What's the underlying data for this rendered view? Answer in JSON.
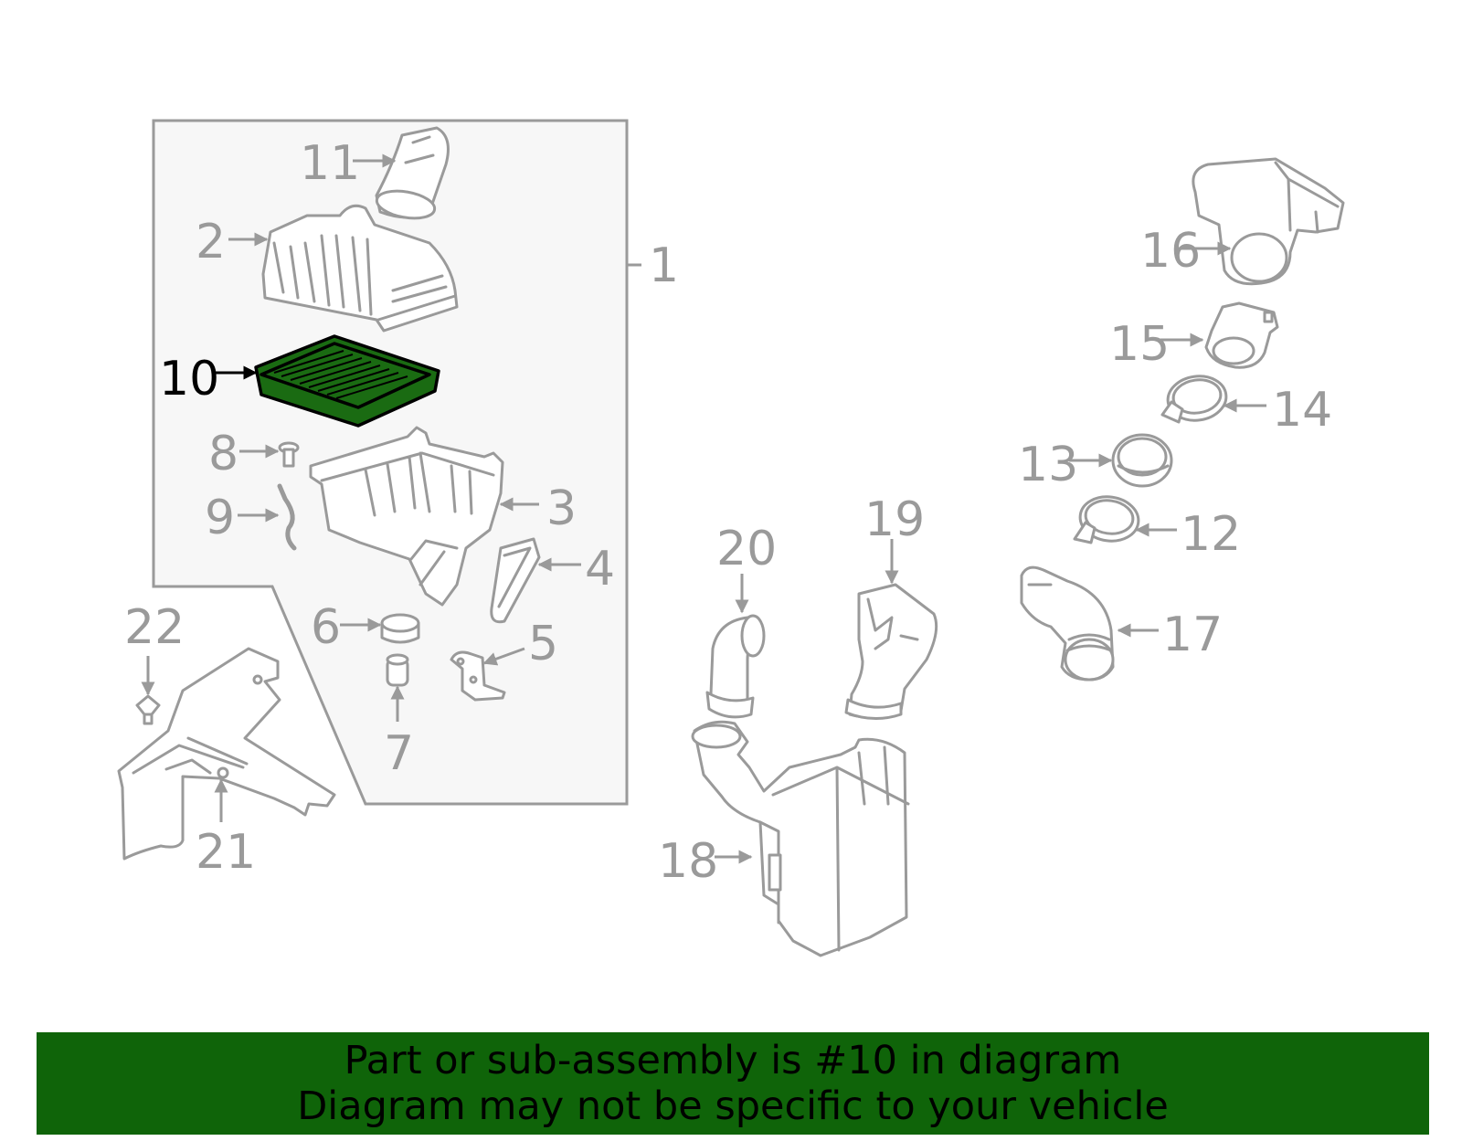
{
  "diagram": {
    "highlight_color": "#1a6b12",
    "line_color": "#9a9a9a",
    "callouts": {
      "c1": "1",
      "c2": "2",
      "c3": "3",
      "c4": "4",
      "c5": "5",
      "c6": "6",
      "c7": "7",
      "c8": "8",
      "c9": "9",
      "c10": "10",
      "c11": "11",
      "c12": "12",
      "c13": "13",
      "c14": "14",
      "c15": "15",
      "c16": "16",
      "c17": "17",
      "c18": "18",
      "c19": "19",
      "c20": "20",
      "c21": "21",
      "c22": "22"
    }
  },
  "banner": {
    "line1": "Part or sub-assembly is #10 in diagram",
    "line2": "Diagram may not be specific to your vehicle",
    "background": "#0f6409"
  }
}
